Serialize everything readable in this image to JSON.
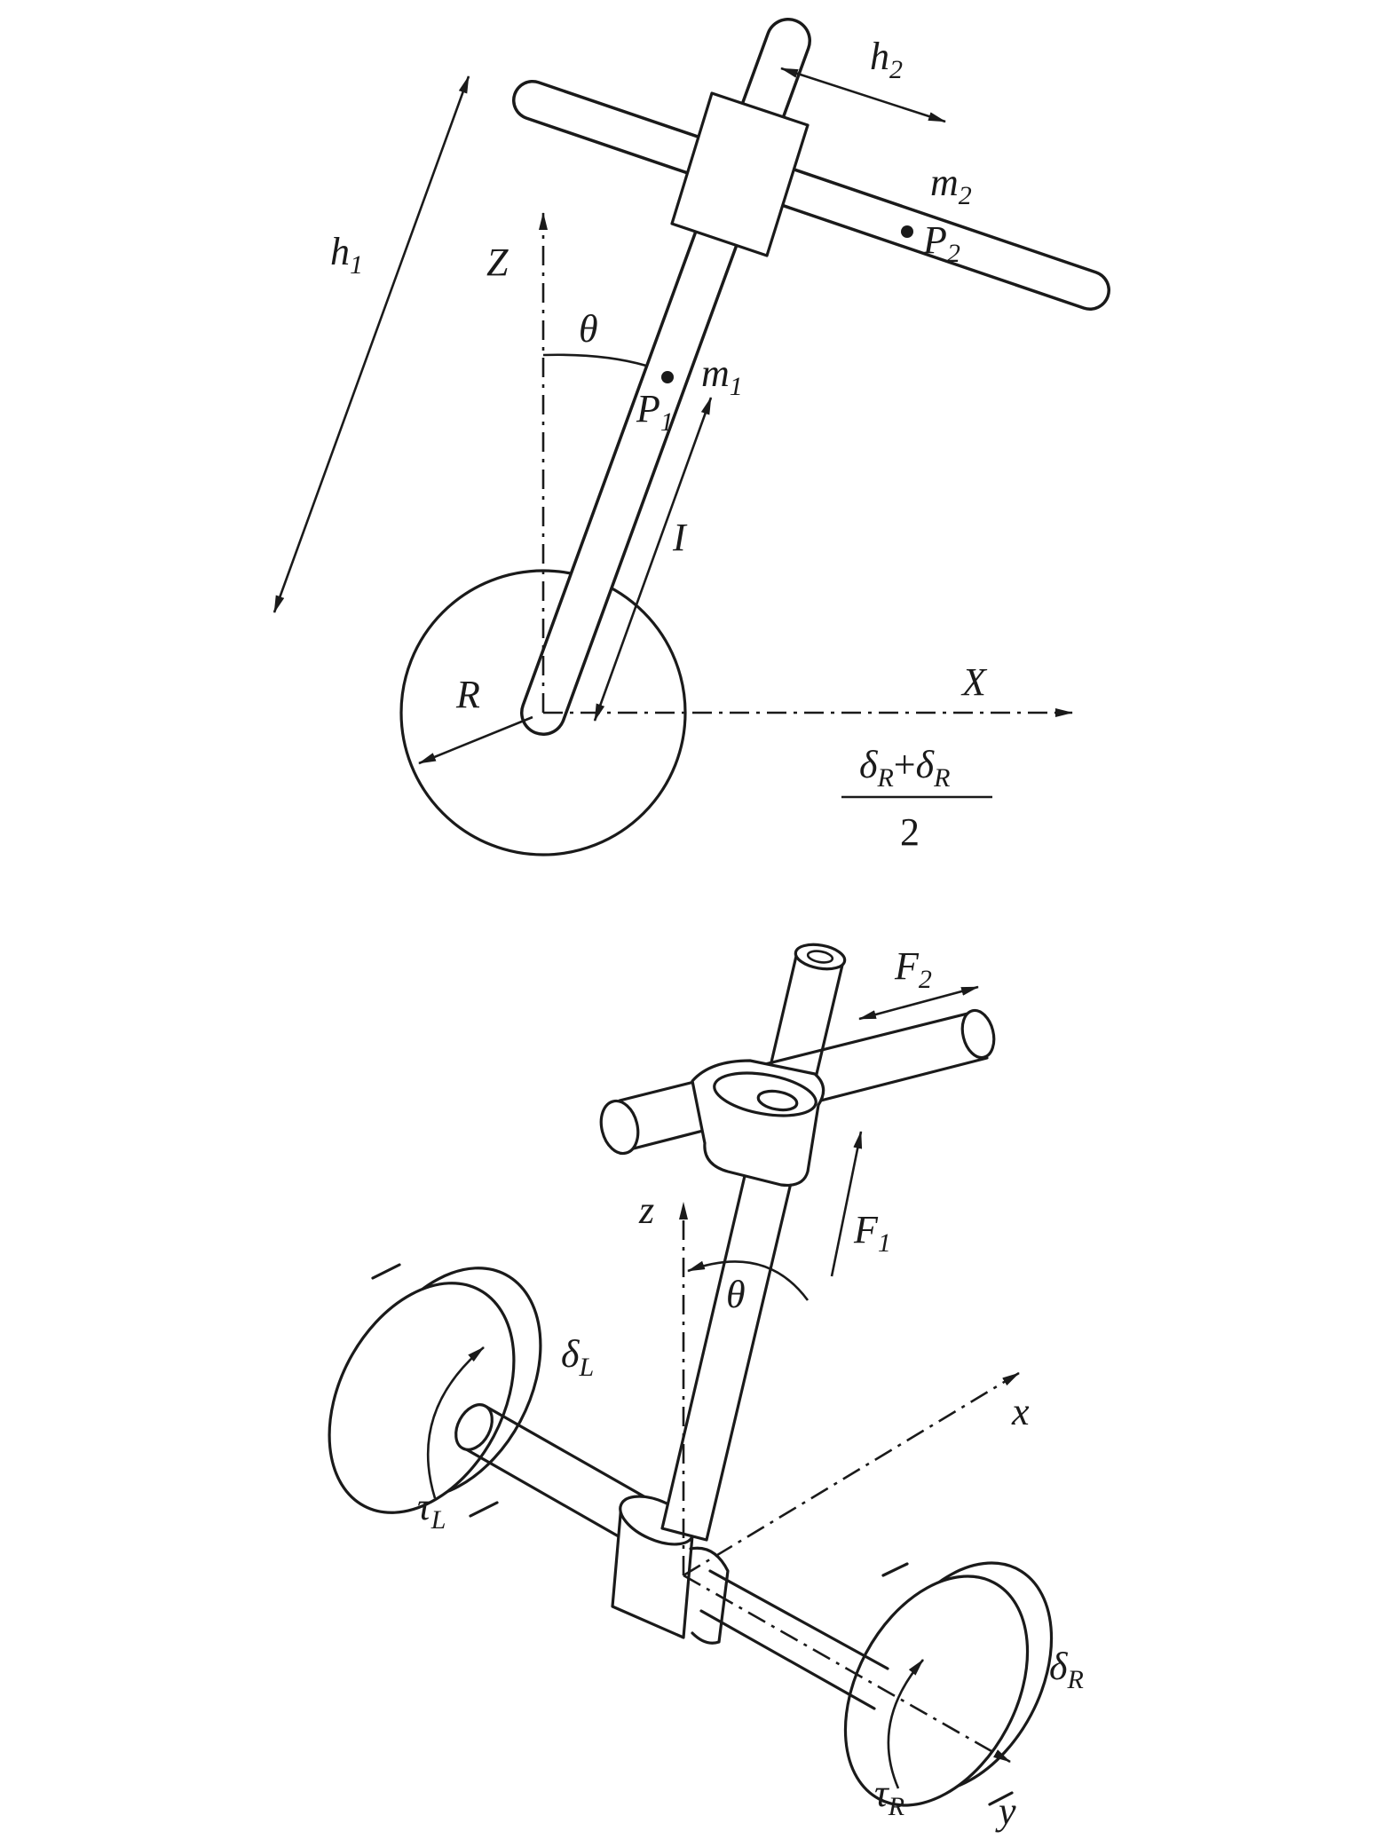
{
  "top_diagram": {
    "labels": {
      "h1": "h",
      "h1_sub": "1",
      "h2": "h",
      "h2_sub": "2",
      "m2": "m",
      "m2_sub": "2",
      "P2": "P",
      "P2_sub": "2",
      "m1": "m",
      "m1_sub": "1",
      "P1": "P",
      "P1_sub": "1",
      "Z": "Z",
      "theta": "θ",
      "I": "I",
      "R": "R",
      "X": "X",
      "frac_num_a": "δ",
      "frac_num_a_sub": "R",
      "frac_plus": "+",
      "frac_num_b": "δ",
      "frac_num_b_sub": "R",
      "frac_den": "2"
    }
  },
  "bottom_diagram": {
    "labels": {
      "F2": "F",
      "F2_sub": "2",
      "F1": "F",
      "F1_sub": "1",
      "z": "z",
      "theta": "θ",
      "deltaL": "δ",
      "deltaL_sub": "L",
      "tauL": "τ",
      "tauL_sub": "L",
      "x": "x",
      "deltaR": "δ",
      "deltaR_sub": "R",
      "tauR": "τ",
      "tauR_sub": "R",
      "y": "y"
    }
  }
}
